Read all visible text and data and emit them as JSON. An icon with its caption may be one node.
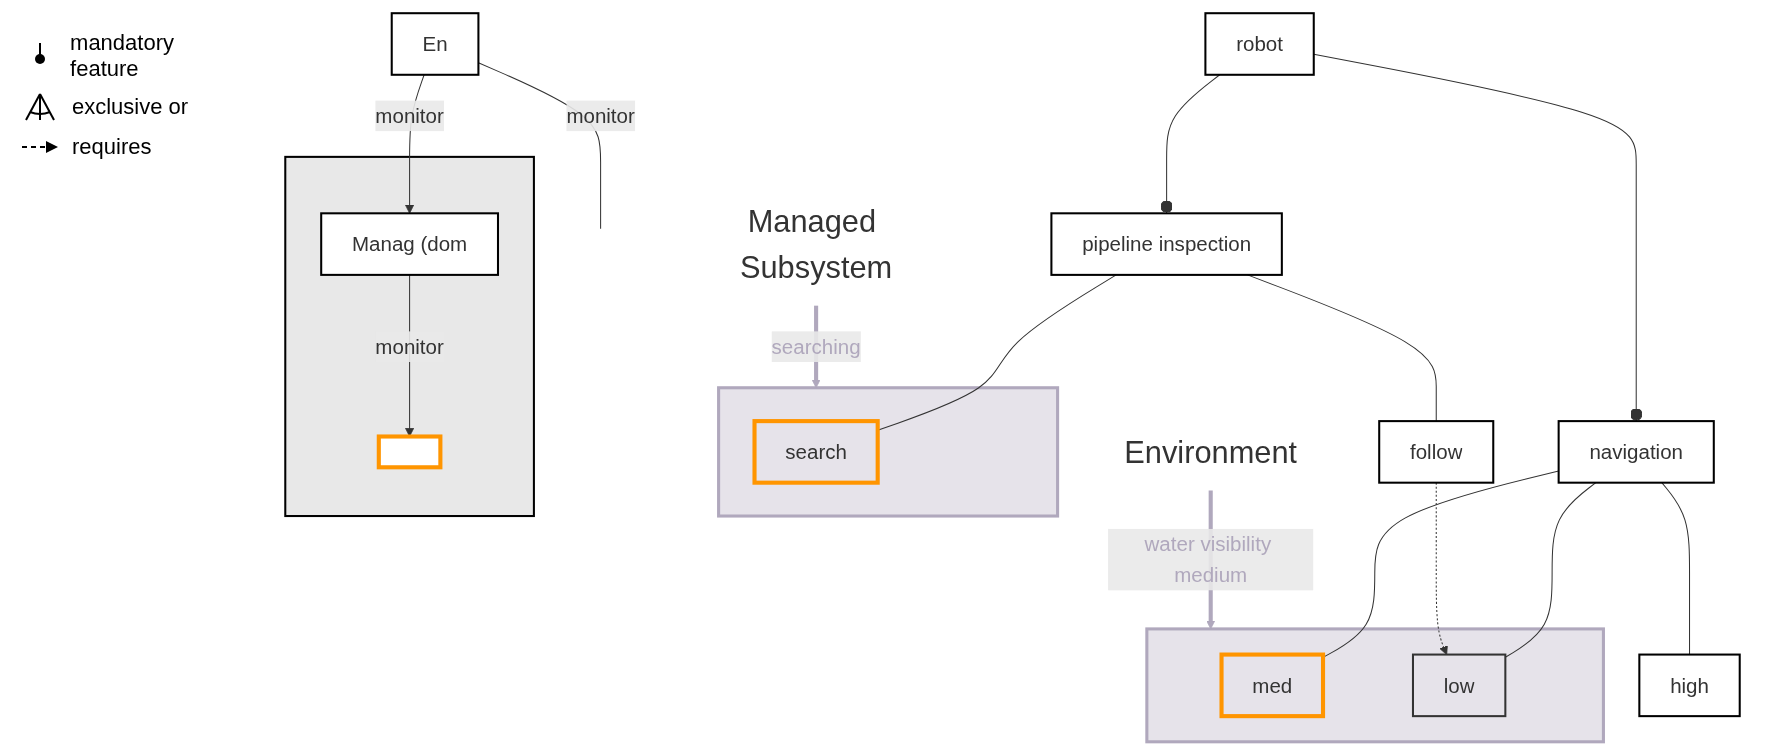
{
  "diagram": {
    "nodes": [
      {
        "text": [
          "robot"
        ]
      },
      {
        "text": [
          "navigation"
        ]
      },
      {
        "text": [
          "pipeline inspection"
        ]
      },
      {
        "text": [
          "high"
        ]
      },
      {
        "text": [],
        "shape": "box"
      },
      {
        "text": [
          "med"
        ],
        "in": 4
      },
      {
        "text": [
          "low"
        ],
        "in": 4
      },
      {
        "text": [
          "follow"
        ]
      },
      {
        "text": [],
        "shape": "box"
      },
      {
        "text": [
          "search"
        ],
        "in": 8
      },
      {
        "text": [
          "Environment"
        ]
      },
      {
        "text": [
          "Managed Subsystem"
        ]
      },
      {
        "text": [],
        "shape": "box"
      },
      {
        "text": [],
        "shape": "box",
        "in": 12
      },
      {
        "text": [
          "Manag (dom"
        ],
        "in": 12
      },
      {
        "text": [
          "En"
        ]
      }
    ],
    "edges": [
      {
        "from": 0,
        "to": 1,
        "arrow": "other"
      },
      {
        "from": 0,
        "to": 2,
        "arrow": "other"
      },
      {
        "from": 1,
        "to": 3,
        "arrow": "none"
      },
      {
        "from": 1,
        "to": 5,
        "arrow": "none"
      },
      {
        "from": 1,
        "to": 6,
        "arrow": "none"
      },
      {
        "from": 2,
        "to": 7,
        "arrow": "none"
      },
      {
        "from": 2,
        "to": 9,
        "arrow": "none"
      },
      {
        "from": 7,
        "to": 6,
        "arrow": "to",
        "style": "dashed"
      },
      {
        "from": 10,
        "to": 4,
        "arrow": "to",
        "label": "water visibility medium",
        "style": "thick",
        "color": "#b0a8bd"
      },
      {
        "from": 11,
        "to": 8,
        "arrow": "to",
        "label": "searching",
        "style": "thick",
        "color": "#b0a8bd"
      },
      {
        "from": 15,
        "to": 14,
        "arrow": "to",
        "label": "monitor"
      },
      {
        "from": 14,
        "to": 13,
        "arrow": "to",
        "label": "monitor"
      },
      {
        "from": 15,
        "to": null,
        "arrow": "none",
        "label": "monitor"
      }
    ],
    "legend": [
      {
        "text": "mandatory feature"
      },
      {
        "text": "exclusive or"
      },
      {
        "text": "requires"
      }
    ]
  }
}
